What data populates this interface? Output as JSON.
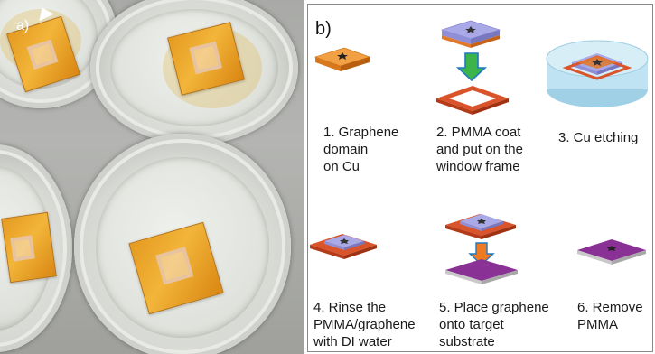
{
  "panel_a": {
    "label": "a)"
  },
  "panel_b": {
    "label": "b)",
    "steps": [
      {
        "text": "1. Graphene\ndomain\non Cu"
      },
      {
        "text": "2. PMMA coat\nand put on the\nwindow frame"
      },
      {
        "text": "3. Cu etching"
      },
      {
        "text": "4. Rinse the\nPMMA/graphene\nwith DI water"
      },
      {
        "text": "5. Place graphene\nonto target\nsubstrate"
      },
      {
        "text": "6. Remove\nPMMA"
      }
    ]
  },
  "colors": {
    "copper": "#e8892c",
    "pmma": "#8e8fd6",
    "frame": "#d9542b",
    "arrow_green": "#3bb54a",
    "arrow_orange": "#f07a22",
    "water": "#bfe3f2",
    "substrate": "#7a2a86",
    "substrate_base": "#c9c9c9",
    "graphene": "#222222"
  }
}
